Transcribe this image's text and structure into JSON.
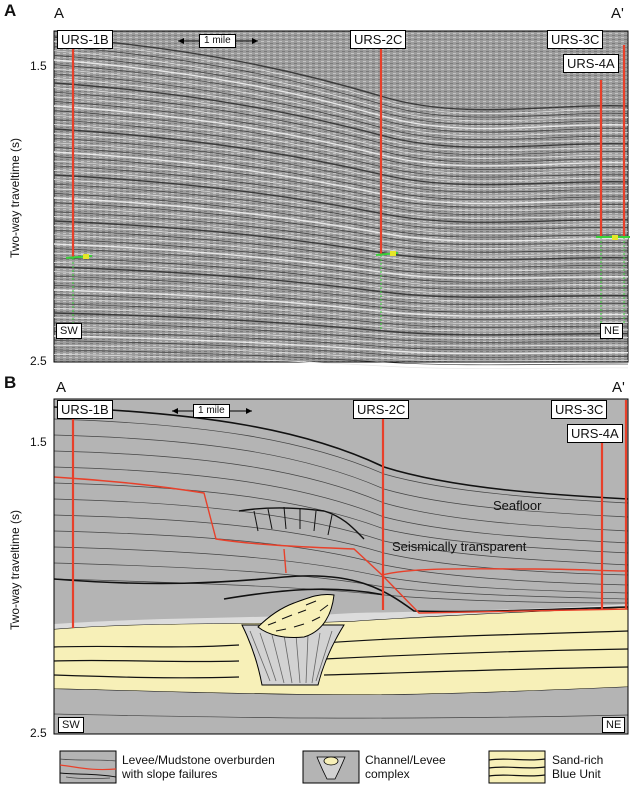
{
  "panel_a": {
    "label": "A",
    "section_start": "A",
    "section_end": "A'",
    "y_axis_label": "Two-way traveltime (s)",
    "y_ticks": [
      "1.5",
      "2.5"
    ],
    "scale_bar": "1 mile",
    "wells": [
      "URS-1B",
      "URS-2C",
      "URS-3C",
      "URS-4A"
    ],
    "dir_left": "SW",
    "dir_right": "NE"
  },
  "panel_b": {
    "label": "B",
    "section_start": "A",
    "section_end": "A'",
    "y_axis_label": "Two-way traveltime (s)",
    "y_ticks": [
      "1.5",
      "2.5"
    ],
    "scale_bar": "1 mile",
    "wells": [
      "URS-1B",
      "URS-2C",
      "URS-3C",
      "URS-4A"
    ],
    "annotations": {
      "seafloor": "Seafloor",
      "transparent": "Seismically transparent"
    },
    "dir_left": "SW",
    "dir_right": "NE"
  },
  "legend": [
    {
      "line1": "Levee/Mudstone overburden",
      "line2": "with slope failures"
    },
    {
      "line1": "Channel/Levee",
      "line2": "complex"
    },
    {
      "line1": "Sand-rich",
      "line2": "Blue Unit"
    }
  ],
  "colors": {
    "well": "#e8402a",
    "sand": "#f7f0b8",
    "mud": "#b4b4b4",
    "seismic": "#9a9a9a",
    "channel": "#d2d2d2",
    "green": "#3ad13a"
  }
}
